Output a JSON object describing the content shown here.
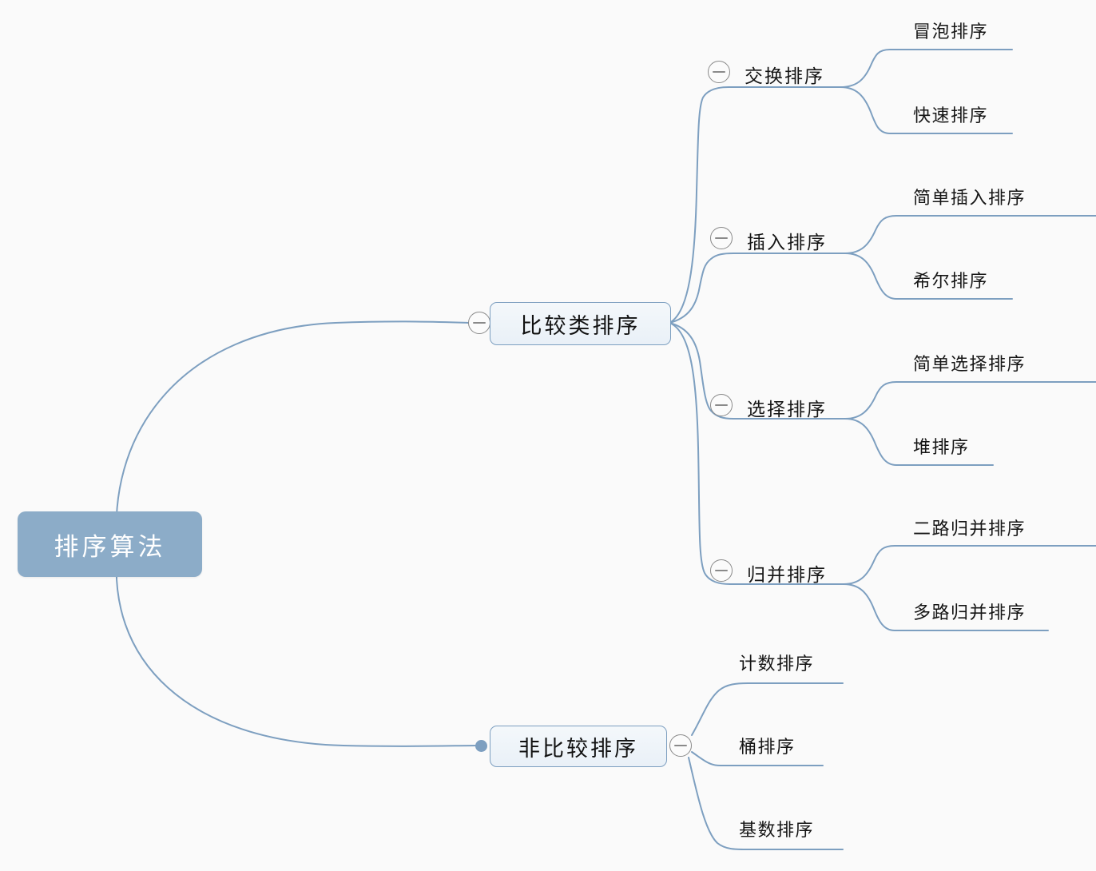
{
  "diagram": {
    "type": "mind-map",
    "title": "排序算法",
    "background_color": "#fafafa",
    "accent_color": "#7d9fc0",
    "root_fill_color": "#8cacc8",
    "root_text_color": "#ffffff",
    "branch_fill_color": "#eef3f8",
    "branch_border_color": "#7d9fc0",
    "icon_color": "#8a8a8a"
  },
  "root": {
    "label": "排序算法"
  },
  "branches": [
    {
      "id": "comparison",
      "label": "比较类排序",
      "collapse_icon": "collapse-minus-icon",
      "children": [
        {
          "id": "exchange",
          "label": "交换排序",
          "collapse_icon": "collapse-minus-icon",
          "leaves": [
            {
              "label": "冒泡排序"
            },
            {
              "label": "快速排序"
            }
          ]
        },
        {
          "id": "insertion",
          "label": "插入排序",
          "collapse_icon": "collapse-minus-icon",
          "leaves": [
            {
              "label": "简单插入排序"
            },
            {
              "label": "希尔排序"
            }
          ]
        },
        {
          "id": "selection",
          "label": "选择排序",
          "collapse_icon": "collapse-minus-icon",
          "leaves": [
            {
              "label": "简单选择排序"
            },
            {
              "label": "堆排序"
            }
          ]
        },
        {
          "id": "merge",
          "label": "归并排序",
          "collapse_icon": "collapse-minus-icon",
          "leaves": [
            {
              "label": "二路归并排序"
            },
            {
              "label": "多路归并排序"
            }
          ]
        }
      ]
    },
    {
      "id": "non-comparison",
      "label": "非比较排序",
      "collapse_icon": "collapse-minus-icon",
      "bullet_icon": "bullet-dot-icon",
      "leaves": [
        {
          "label": "计数排序"
        },
        {
          "label": "桶排序"
        },
        {
          "label": "基数排序"
        }
      ]
    }
  ]
}
